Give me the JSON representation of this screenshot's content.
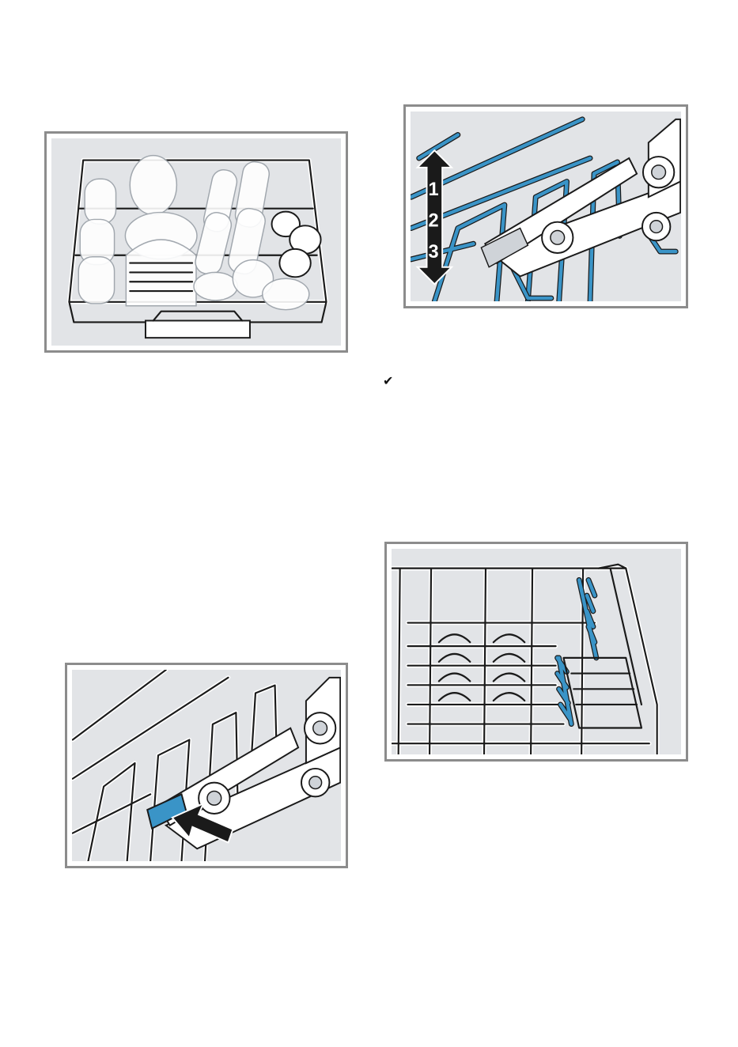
{
  "figures": {
    "fig2": {
      "levels": [
        "1",
        "2",
        "3"
      ]
    }
  },
  "check_icon": "✔",
  "colors": {
    "accent_blue": "#3a94c7",
    "panel_bg": "#e2e4e7",
    "frame": "#8c8c8c"
  }
}
